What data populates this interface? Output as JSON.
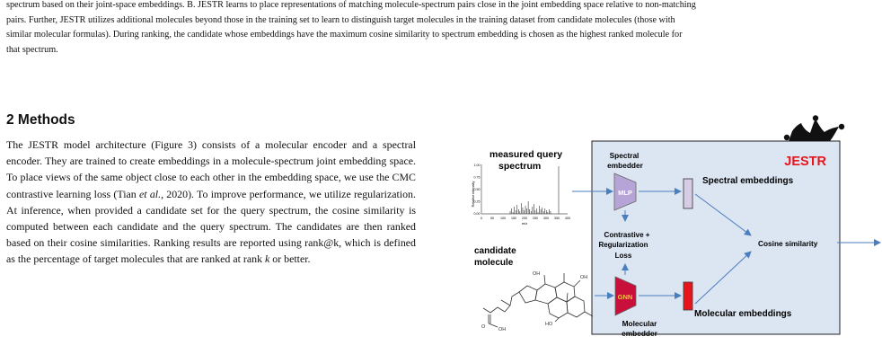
{
  "caption": {
    "line_1": "spectrum based on their joint-space embeddings. B. JESTR learns to place representations of matching molecule-spectrum pairs close in the joint embedding space relative to non-matching",
    "line_2": "pairs. Further, JESTR utilizes additional molecules beyond those in the training set to learn to distinguish target molecules in the training dataset from candidate molecules (those with",
    "line_3": "similar molecular formulas). During ranking, the candidate whose embeddings have the maximum cosine similarity to spectrum embedding is chosen as the highest ranked molecule for",
    "line_4": "that spectrum."
  },
  "section": {
    "heading": "2 Methods",
    "p1": "The JESTR model architecture (Figure 3) consists of a molecular encoder and a spectral encoder. They are trained to create embeddings in a molecule-spectrum joint embedding space. To place views of the same object close to each other in the embedding space, we use the CMC contrastive learning loss (Tian ",
    "p1_italic": "et al.",
    "p2": ", 2020). To improve performance, we utilize regularization. At inference, when provided a candidate set for the query spectrum, the cosine similarity is computed between each candidate and the query spectrum. The candidates are then ranked based on their cosine similarities. Ranking results are reported using rank@k, which is defined as the percentage of target molecules that are ranked at rank ",
    "p2_italic": "k",
    "p3": " or better."
  },
  "figure": {
    "jestr_label": "JESTR",
    "measured_query_1": "measured query",
    "measured_query_2": "spectrum",
    "candidate_1": "candidate",
    "candidate_2": "molecule",
    "spectral_embedder_1": "Spectral",
    "spectral_embedder_2": "embedder",
    "mlp": "MLP",
    "gnn": "GNN",
    "contrastive_1": "Contrastive  +",
    "contrastive_2": "Regularization",
    "contrastive_3": "Loss",
    "spectral_embeddings": "Spectral embeddings",
    "molecular_embeddings": "Molecular embeddings",
    "cosine_similarity": "Cosine similarity",
    "molecular_embedder_1": "Molecular",
    "molecular_embedder_2": "embedder",
    "axis_y_label": "Relative intensity",
    "axis_x_label": "m/z",
    "y_ticks": [
      "1.00",
      "0.75",
      "0.50",
      "0.25",
      "0.00"
    ],
    "x_ticks": [
      "0",
      "50",
      "100",
      "150",
      "200",
      "250",
      "300",
      "350",
      "400"
    ],
    "atom_oh_1": "OH",
    "atom_oh_2": "OH",
    "atom_ho": "HO",
    "atom_o": "O",
    "atom_oh_acid": "OH",
    "colors": {
      "jestr_red": "#e8141b",
      "panel_fill": "#dce5f2",
      "arrow_blue": "#4a7ebf",
      "mlp_fill": "#b7a4d6",
      "gnn_fill": "#c8103a",
      "spectral_emb_fill": "#d6cce6",
      "molecular_emb_fill": "#e8141b"
    }
  }
}
